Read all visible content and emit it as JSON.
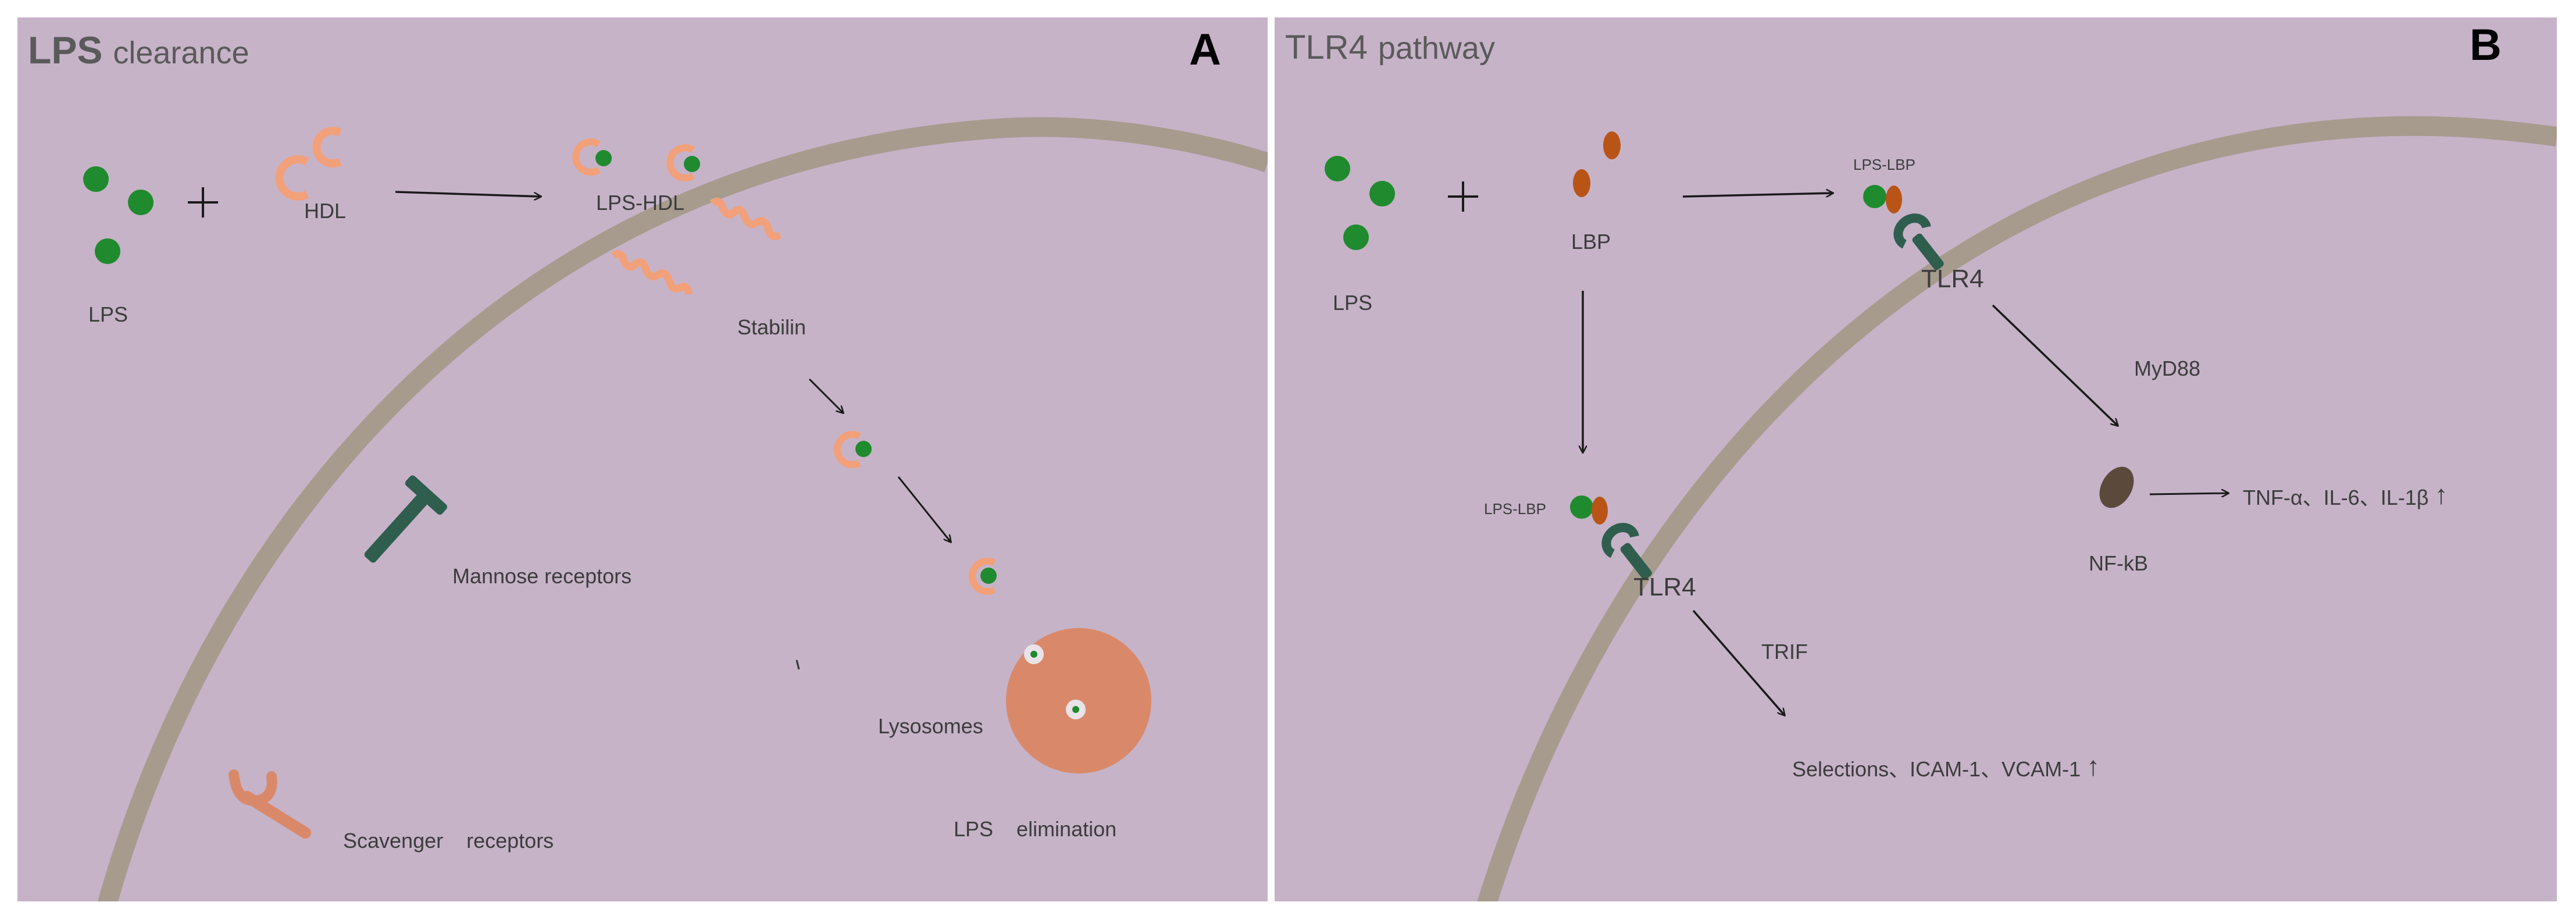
{
  "panel_a": {
    "title": "LPS",
    "subtitle": "clearance",
    "letter": "A",
    "labels": {
      "lps": "LPS",
      "hdl": "HDL",
      "lps_hdl": "LPS-HDL",
      "stabilin": "Stabilin",
      "mannose": "Mannose receptors",
      "scavenger": "Scavenger    receptors",
      "lysosomes": "Lysosomes",
      "elimination": "LPS    elimination"
    }
  },
  "panel_b": {
    "title": "TLR4",
    "subtitle": "pathway",
    "letter": "B",
    "labels": {
      "lps": "LPS",
      "lbp": "LBP",
      "lps_lbp_top": "LPS-LBP",
      "tlr4_top": "TLR4",
      "myd88": "MyD88",
      "nfkb": "NF-kB",
      "cytokines": "TNF-α、IL-6、IL-1β",
      "lps_lbp_bottom": "LPS-LBP",
      "tlr4_bottom": "TLR4",
      "trif": "TRIF",
      "adhesion": "Selections、ICAM-1、VCAM-1",
      "up_arrow": "↑"
    }
  },
  "colors": {
    "background": "#c6b3c8",
    "membrane": "#a79b8e",
    "lps_green": "#1f8a2e",
    "hdl_salmon": "#f2a079",
    "lbp_brown": "#b85416",
    "receptor_teal": "#2f5d4e",
    "lysosome": "#d9896a",
    "nfkb": "#5b4a3c"
  }
}
